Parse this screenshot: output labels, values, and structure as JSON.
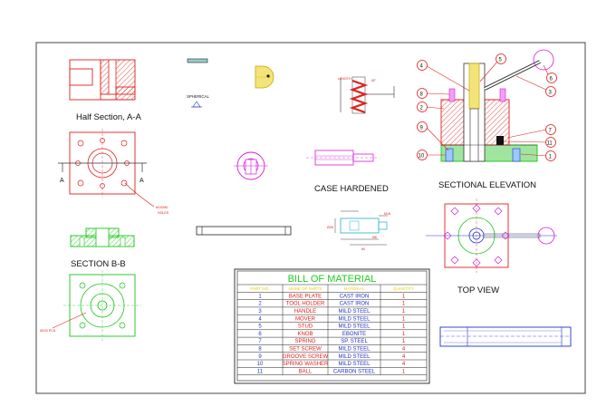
{
  "labels": {
    "half_section": "Half Section, A-A",
    "section_bb": "SECTION B-B",
    "spherical": "SPHERICAL",
    "case_hardened": "CASE HARDENED",
    "sectional_elevation": "SECTIONAL ELEVATION",
    "top_view": "TOP VIEW",
    "cut_a_left": "A",
    "cut_a_right": "A",
    "holes_note_1": "M10X80",
    "holes_note_2": "HOLES",
    "pcd_note": "Ø100 PCD"
  },
  "bom": {
    "title": "BILL OF MATERIAL",
    "headers": [
      "PART NO.",
      "NAME OF PARTS",
      "MATERIAL",
      "QUANTITY"
    ],
    "rows": [
      [
        "1",
        "BASE PLATE",
        "CAST IRON",
        "1"
      ],
      [
        "2",
        "TOOL HOLDER",
        "CAST IRON",
        "1"
      ],
      [
        "3",
        "HANDLE",
        "MILD STEEL",
        "1"
      ],
      [
        "4",
        "MOVER",
        "MILD STEEL",
        "1"
      ],
      [
        "5",
        "STUD",
        "MILD STEEL",
        "1"
      ],
      [
        "6",
        "KNOB",
        "EBONITE",
        "1"
      ],
      [
        "7",
        "SPRING",
        "SP. STEEL",
        "1"
      ],
      [
        "8",
        "SET SCREW",
        "MILD STEEL",
        "4"
      ],
      [
        "9",
        "GROOVE SCREW",
        "MILD STEEL",
        "4"
      ],
      [
        "10",
        "SPRING WASHER",
        "MILD STEEL",
        "4"
      ],
      [
        "11",
        "BALL",
        "CARBON STEEL",
        "1"
      ]
    ]
  },
  "balloons": [
    "1",
    "2",
    "3",
    "4",
    "5",
    "6",
    "7",
    "8",
    "9",
    "10",
    "11"
  ],
  "colors": {
    "frame": "#444444",
    "section_red": "#e0201c",
    "green": "#19c419",
    "magenta": "#d61ad6",
    "blue": "#2233cc",
    "cyan": "#20b0c8",
    "yellow": "#f0d800"
  }
}
